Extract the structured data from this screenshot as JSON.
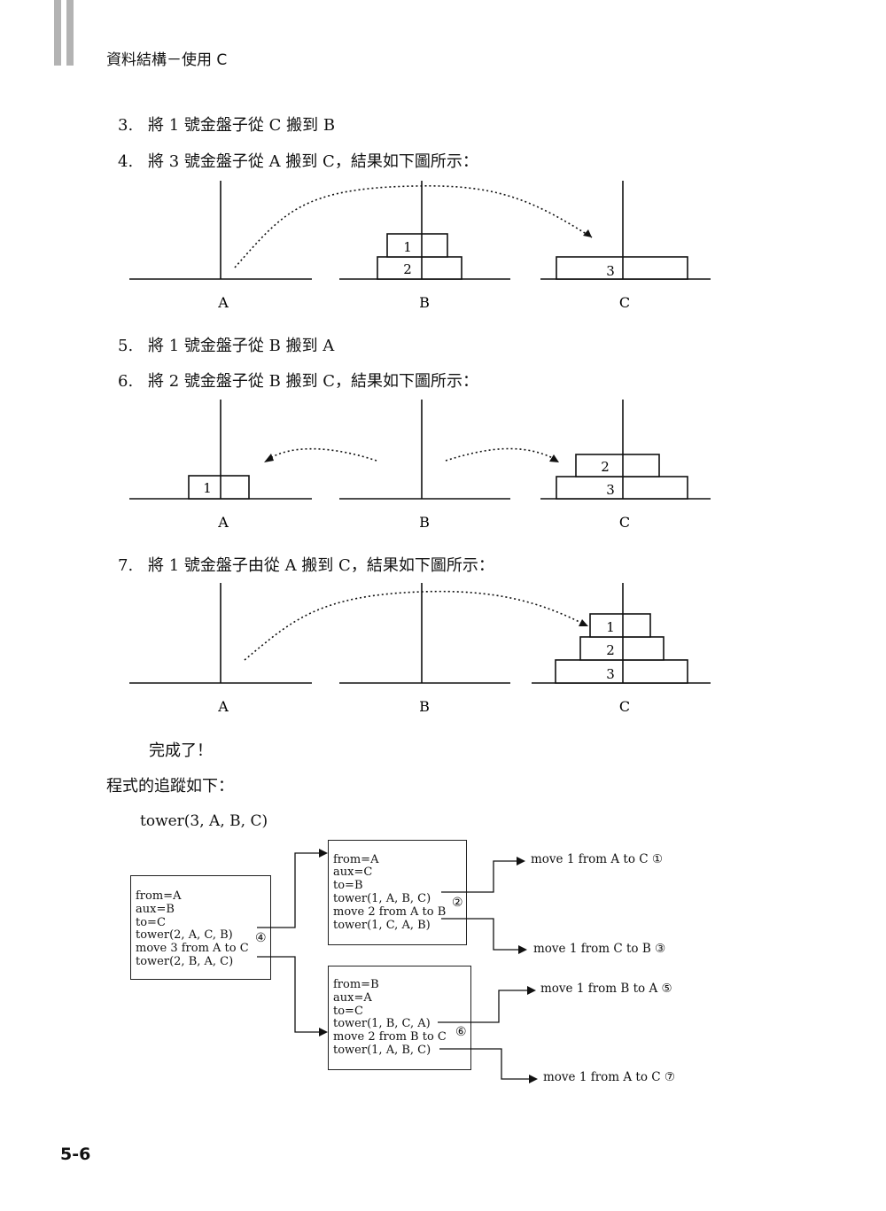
{
  "header": {
    "title": "資料結構－使用 C"
  },
  "steps": [
    {
      "num": "3.",
      "text": "將 1 號金盤子從 C 搬到 B"
    },
    {
      "num": "4.",
      "text": "將 3 號金盤子從 A 搬到 C，結果如下圖所示："
    },
    {
      "num": "5.",
      "text": "將 1 號金盤子從 B 搬到 A"
    },
    {
      "num": "6.",
      "text": "將 2 號金盤子從 B 搬到 C，結果如下圖所示："
    },
    {
      "num": "7.",
      "text": "將 1 號金盤子由從 A 搬到 C，結果如下圖所示："
    }
  ],
  "pegs": {
    "a": "A",
    "b": "B",
    "c": "C"
  },
  "disks": {
    "d1": "1",
    "d2": "2",
    "d3": "3"
  },
  "done_text": "完成了！",
  "trace_title": "程式的追蹤如下：",
  "trace": {
    "root_call": "tower(3, A, B, C)",
    "main_box": [
      "from=A",
      "aux=B",
      "to=C",
      "tower(2, A, C, B)",
      "move 3 from A to C",
      "tower(2, B, A, C)"
    ],
    "main_marker": "④",
    "top_box": [
      "from=A",
      "aux=C",
      "to=B",
      "tower(1, A, B, C)",
      "move 2 from A to B",
      "tower(1, C, A, B)"
    ],
    "top_marker": "②",
    "bottom_box": [
      "from=B",
      "aux=A",
      "to=C",
      "tower(1, B, C, A)",
      "move 2 from B to C",
      "tower(1, A, B, C)"
    ],
    "bottom_marker": "⑥",
    "moves": [
      "move 1 from A to C ①",
      "move 1 from C to B ③",
      "move 1 from B to A ⑤",
      "move 1 from A to C ⑦"
    ]
  },
  "page_number": "5-6"
}
